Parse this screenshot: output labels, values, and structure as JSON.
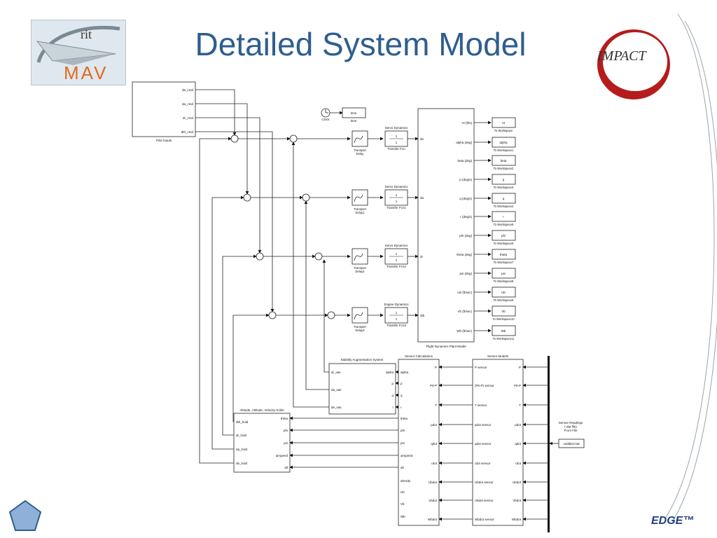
{
  "slide": {
    "title": "Detailed System Model",
    "footer_brand": "EDGE™"
  },
  "logos": {
    "rit_top": "rit",
    "rit_bottom": "MAV",
    "impact": "IMPACT"
  },
  "diagram": {
    "pilot_inputs": {
      "label": "Pilot Inputs",
      "ports": [
        "de_cmd",
        "da_cmd",
        "dr_cmd",
        "dth_cmd"
      ]
    },
    "clock": {
      "label": "Clock"
    },
    "time_block": {
      "inner": "time",
      "label": "time"
    },
    "channels": [
      {
        "transport_label": "Transport\nDelay",
        "dyn_title": "Servo Dynamics",
        "tf_label": "Transfer Fcn",
        "plant_port": "de"
      },
      {
        "transport_label": "Transport\nDelay1",
        "dyn_title": "Servo Dynamics",
        "tf_label": "Transfer Fcn1",
        "plant_port": "da"
      },
      {
        "transport_label": "Transport\nDelay2",
        "dyn_title": "Servo Dynamics",
        "tf_label": "Transfer Fcn2",
        "plant_port": "dr"
      },
      {
        "transport_label": "Transport\nDelay3",
        "dyn_title": "Engine Dynamics",
        "tf_label": "Transfer Fcn3",
        "plant_port": "dth"
      }
    ],
    "tf_numerator": "1",
    "tf_denominator": "1",
    "plant": {
      "label": "Flight Dynamics Plant Model",
      "outputs": [
        "Vt (ft/s)",
        "alpha (deg)",
        "beta (deg)",
        "p (deg/s)",
        "q (deg/s)",
        "r (deg/s)",
        "phi (deg)",
        "theta (deg)",
        "psi (deg)",
        "Ub (ft/sec)",
        "Vb (ft/sec)",
        "Wb (ft/sec)"
      ]
    },
    "workspace": [
      {
        "var": "Vt",
        "label": "To Workspace"
      },
      {
        "var": "alpha",
        "label": "To Workspace1"
      },
      {
        "var": "beta",
        "label": "To Workspace2"
      },
      {
        "var": "p",
        "label": "To Workspace3"
      },
      {
        "var": "q",
        "label": "To Workspace4"
      },
      {
        "var": "r",
        "label": "To Workspace5"
      },
      {
        "var": "phi",
        "label": "To Workspace6"
      },
      {
        "var": "theta",
        "label": "To Workspace7"
      },
      {
        "var": "psi",
        "label": "To Workspace8"
      },
      {
        "var": "Ub",
        "label": "To Workspace9"
      },
      {
        "var": "Vb",
        "label": "To Workspace10"
      },
      {
        "var": "Wb",
        "label": "To Workspace11"
      }
    ],
    "sas": {
      "title": "Stability Augmentation System",
      "inputs": [
        "alpha",
        "p",
        "q",
        "r"
      ],
      "outputs": [
        "dr_sas",
        "da_sas",
        "de_sas"
      ]
    },
    "holds": {
      "title": "Altitude, Attitude, Velocity Holds",
      "outputs": [
        "dth_hold",
        "dr_hold",
        "da_hold",
        "de_hold"
      ],
      "inputs": [
        "theta",
        "phi",
        "psi",
        "airspeed",
        "alt"
      ]
    },
    "sensor_calc": {
      "title": "Sensor Calculations",
      "inputs": [
        "P",
        "P0-P",
        "T",
        "pdot",
        "qdot",
        "rdot",
        "Ubdot",
        "Vbdot",
        "Wbdot"
      ],
      "outputs": [
        "alpha",
        "p",
        "q",
        "r",
        "theta",
        "phi",
        "psi",
        "airspeed",
        "alt",
        "density",
        "Ub",
        "Vb",
        "Wb"
      ]
    },
    "sensor_models": {
      "title": "Sensor Models",
      "left_ports": [
        "P sensor",
        "(P0-P) sensor",
        "T sensor",
        "pdot sensor",
        "qdot sensor",
        "rdot sensor",
        "Ubdot sensor",
        "Vbdot sensor",
        "Wbdot sensor"
      ],
      "right_ports": [
        "P",
        "P0-P",
        "T",
        "pdot",
        "qdot",
        "rdot",
        "Ubdot",
        "Vbdot",
        "Wbdot"
      ]
    },
    "from_file": {
      "note": "Sensor Readings\n(.dat file)\nFrom File",
      "file": "untitled.mat"
    }
  }
}
